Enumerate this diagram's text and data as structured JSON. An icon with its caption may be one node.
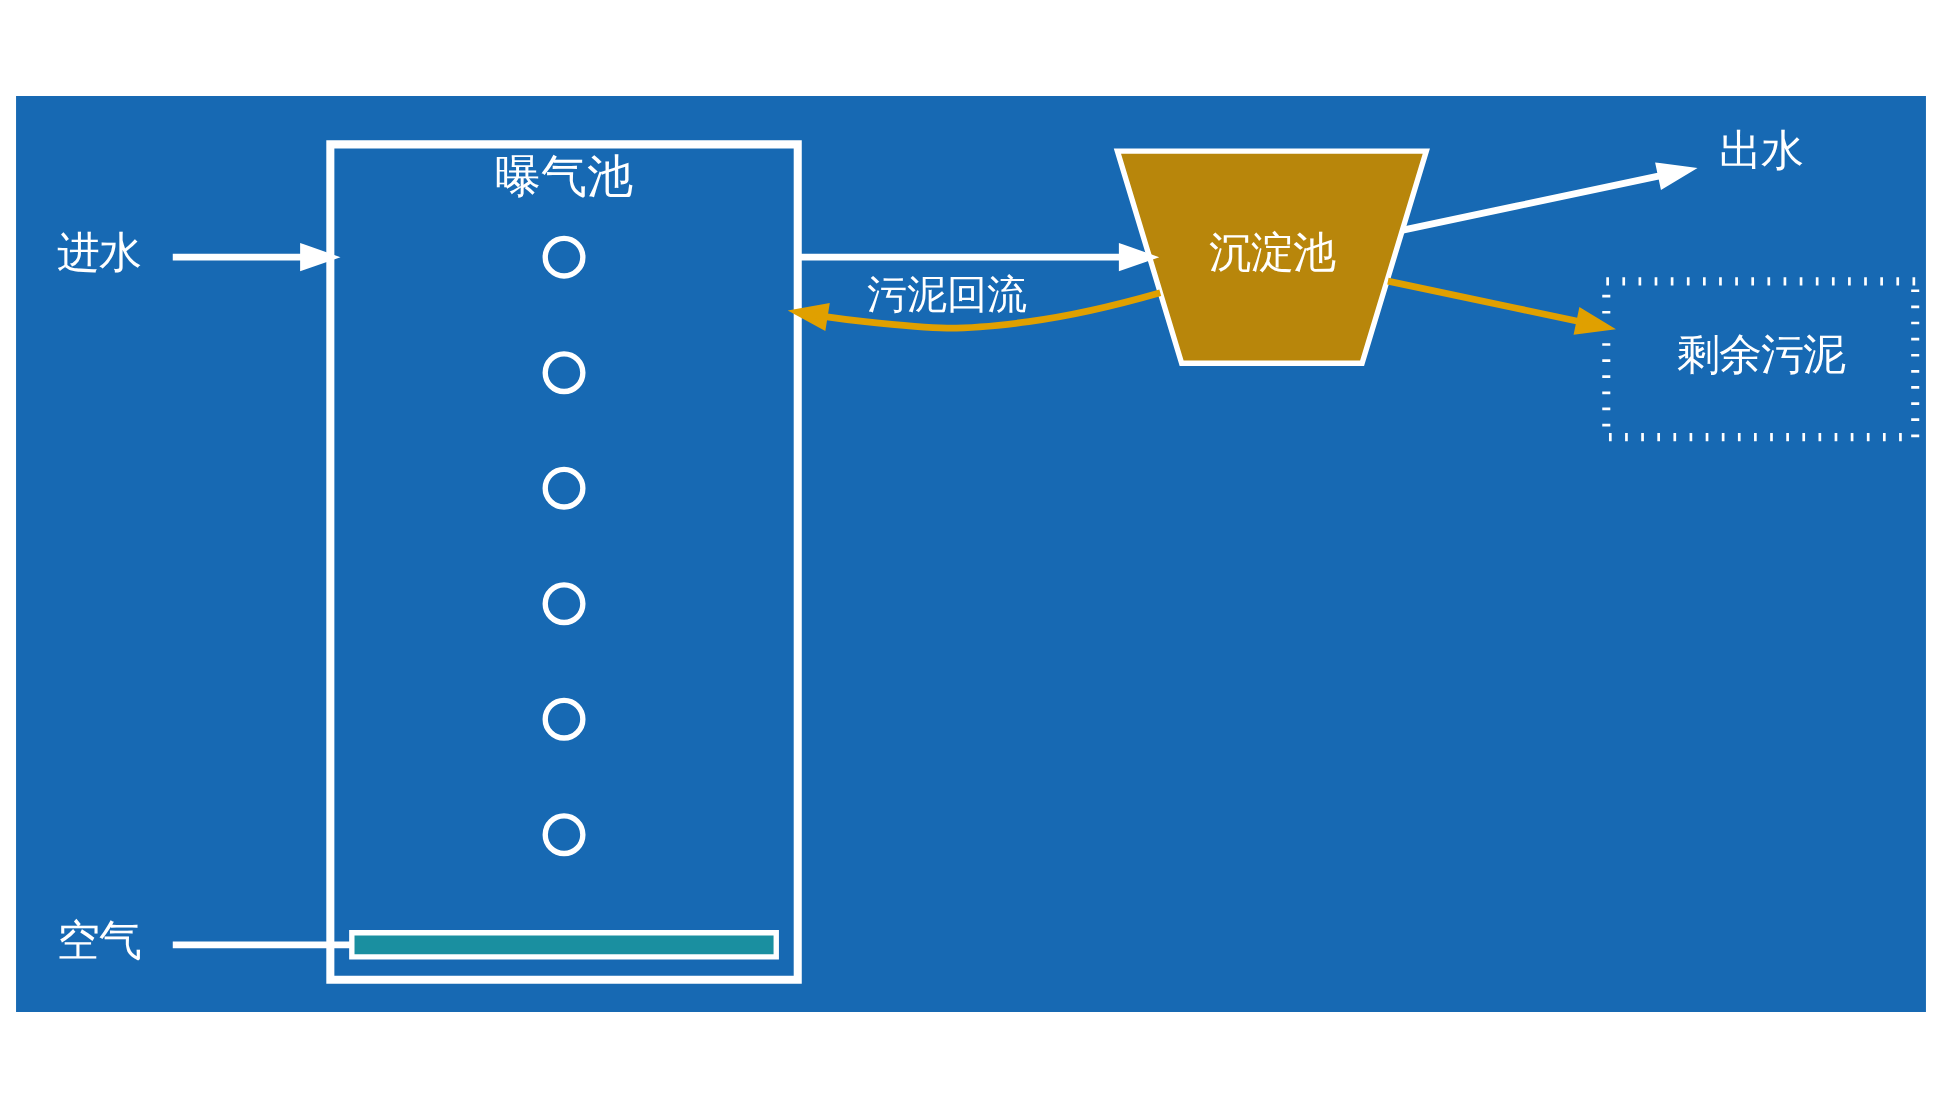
{
  "diagram": {
    "nodes": [
      {
        "text": [
          "进水"
        ]
      },
      {
        "text": [
          "曝气池"
        ]
      },
      {
        "text": [],
        "shape": "circle",
        "in": 1
      },
      {
        "text": [],
        "shape": "circle",
        "in": 1
      },
      {
        "text": [],
        "shape": "circle",
        "in": 1
      },
      {
        "text": [],
        "shape": "circle",
        "in": 1
      },
      {
        "text": [],
        "shape": "circle",
        "in": 1
      },
      {
        "text": [],
        "shape": "circle",
        "in": 1
      },
      {
        "text": [],
        "shape": "bar",
        "in": 1
      },
      {
        "text": [
          "空气"
        ]
      },
      {
        "text": [
          "沉淀池"
        ]
      },
      {
        "text": [
          "出水"
        ]
      },
      {
        "text": [
          "剩余污泥"
        ]
      }
    ],
    "edges": [
      {
        "from": 0,
        "to": 1,
        "arrow": "to"
      },
      {
        "from": 9,
        "to": 8,
        "arrow": "none"
      },
      {
        "from": 1,
        "to": 10,
        "arrow": "to"
      },
      {
        "from": 10,
        "to": 11,
        "arrow": "to"
      },
      {
        "from": 10,
        "to": 1,
        "arrow": "to",
        "label": "污泥回流",
        "color": "#e0a000"
      },
      {
        "from": 10,
        "to": 12,
        "arrow": "to",
        "color": "#e0a000"
      }
    ]
  }
}
